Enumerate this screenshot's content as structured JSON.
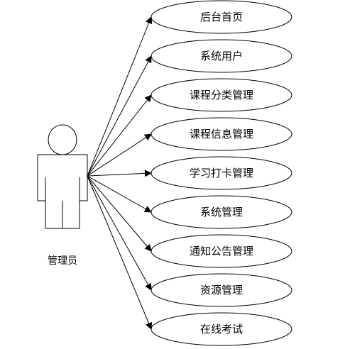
{
  "actor": {
    "label": "管理员"
  },
  "use_cases": [
    {
      "label": "后台首页"
    },
    {
      "label": "系统用户"
    },
    {
      "label": "课程分类管理"
    },
    {
      "label": "课程信息管理"
    },
    {
      "label": "学习打卡管理"
    },
    {
      "label": "系统管理"
    },
    {
      "label": "通知公告管理"
    },
    {
      "label": "资源管理"
    },
    {
      "label": "在线考试"
    }
  ]
}
